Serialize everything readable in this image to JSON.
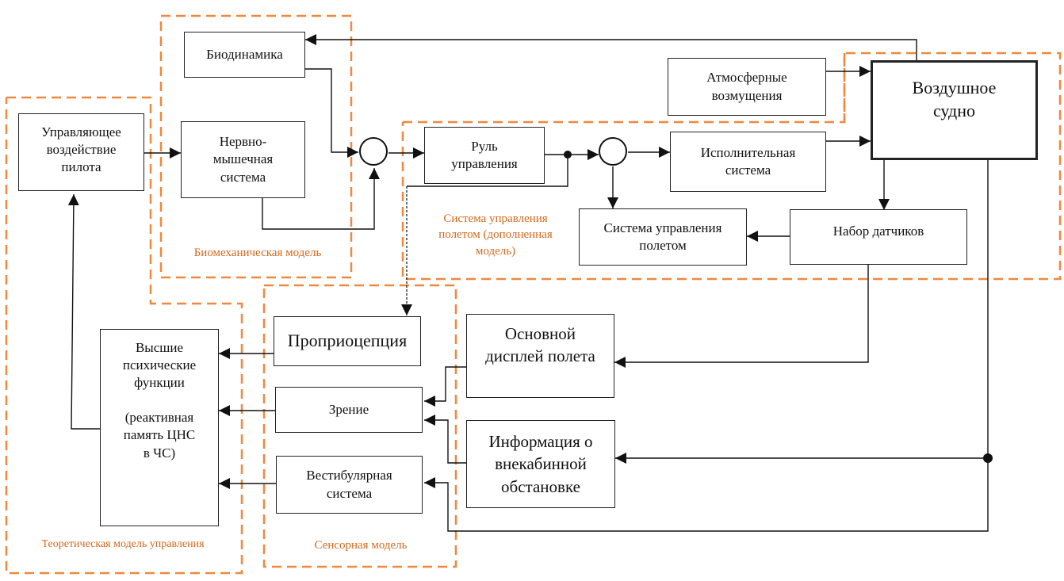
{
  "diagram": {
    "blocks": {
      "biodynamics": "Биодинамика",
      "pilot_control": "Управляющее\nвоздействие\nпилота",
      "neuromuscular": "Нервно-\nмышечная\nсистема",
      "control_stick": "Руль\nуправления",
      "atmospheric": "Атмосферные\nвозмущения",
      "aircraft": "Воздушное\nсудно",
      "actuator": "Исполнительная\nсистема",
      "fcs": "Система управления\nполетом",
      "sensors": "Набор датчиков",
      "proprioception": "Проприоцепция",
      "higher_functions": "Высшие\nпсихические\nфункции\n\n(реактивная\nпамять ЦНС\nв ЧС)",
      "vision": "Зрение",
      "vestibular": "Вестибулярная\nсистема",
      "pfd": "Основной\nдисплей полета",
      "outside_info": "Информация о\nвнекабинной\nобстановке"
    },
    "regions": {
      "biomechanical": "Биомеханическая модель",
      "fcs_augmented": "Система управления\nполетом (дополненная\nмодель)",
      "theoretical": "Теоретическая модель управления",
      "sensory": "Сенсорная модель"
    },
    "colors": {
      "region_border": "#f0883e",
      "region_label": "#d2691e",
      "line": "#111111"
    }
  }
}
